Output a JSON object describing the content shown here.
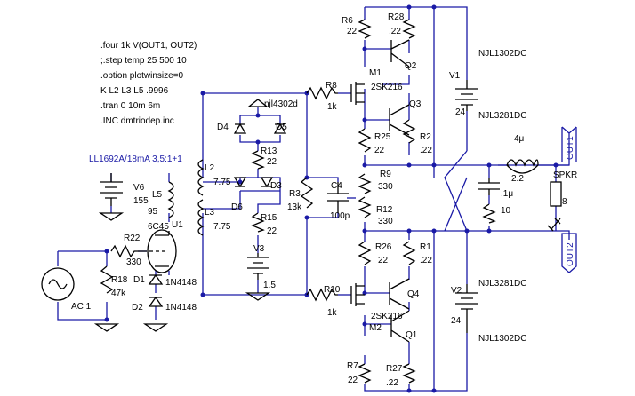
{
  "directives": [
    ".four 1k V(OUT1, OUT2)",
    ";.step temp 25 500 10",
    ".option plotwinsize=0",
    "K L2 L3 L5 .9996",
    ".tran 0 10m 6m",
    ".INC dmtriodep.inc"
  ],
  "transformer_note": "LL1692A/18mA 3,5:1+1",
  "v1": {
    "name": "V1",
    "value": "24",
    "part_top": "NJL1302DC",
    "part_bottom": "NJL3281DC"
  },
  "v2": {
    "name": "V2",
    "value": "24",
    "part_top": "NJL3281DC",
    "part_bottom": "NJL1302DC"
  },
  "v3": {
    "name": "V3",
    "value": "1.5"
  },
  "v6": {
    "name": "V6",
    "value": "155"
  },
  "ac": {
    "name": "AC 1"
  },
  "r6": {
    "name": "R6",
    "value": "22"
  },
  "r28": {
    "name": "R28",
    "value": ".22"
  },
  "m1": {
    "name": "M1",
    "part": "2SK216"
  },
  "q2": {
    "name": "Q2"
  },
  "r8": {
    "name": "R8",
    "value": "1k"
  },
  "q3": {
    "name": "Q3"
  },
  "r25": {
    "name": "R25",
    "value": "22"
  },
  "r2": {
    "name": "R2",
    "value": ".22"
  },
  "r9": {
    "name": "R9",
    "value": "330"
  },
  "r12": {
    "name": "R12",
    "value": "330"
  },
  "r26": {
    "name": "R26",
    "value": "22"
  },
  "r1": {
    "name": "R1",
    "value": ".22"
  },
  "r10": {
    "name": "R10",
    "value": "1k"
  },
  "m2": {
    "name": "M2",
    "part": "2SK216"
  },
  "q4": {
    "name": "Q4"
  },
  "q1": {
    "name": "Q1"
  },
  "r7": {
    "name": "R7",
    "value": "22"
  },
  "r27": {
    "name": "R27",
    "value": ".22"
  },
  "r3": {
    "name": "R3",
    "value": "13k"
  },
  "c4": {
    "name": "C4",
    "value": "100p"
  },
  "r13": {
    "name": "R13",
    "value": "22"
  },
  "r15": {
    "name": "R15",
    "value": "22"
  },
  "diode_pack": "njl4302d",
  "d3": "D3",
  "d4": "D4",
  "d5": "D5",
  "d6": "D6",
  "l2": {
    "name": "L2",
    "value": "7.75"
  },
  "l3": {
    "name": "L3",
    "value": "7.75"
  },
  "l5": {
    "name": "L5",
    "value": "95"
  },
  "u1": {
    "name": "U1",
    "part": "6C45"
  },
  "r22": {
    "name": "R22",
    "value": "330"
  },
  "r18": {
    "name": "R18",
    "value": "47k"
  },
  "d1": {
    "name": "D1",
    "part": "1N4148"
  },
  "d2": {
    "name": "D2",
    "part": "1N4148"
  },
  "l_out": {
    "value": "4μ"
  },
  "r_out": {
    "value": "2.2"
  },
  "c_zob": {
    "value": ".1μ"
  },
  "r_zob": {
    "value": "10"
  },
  "spkr": {
    "name": "SPKR",
    "value": "8"
  },
  "ports": {
    "out1": "OUT1",
    "out2": "OUT2"
  }
}
